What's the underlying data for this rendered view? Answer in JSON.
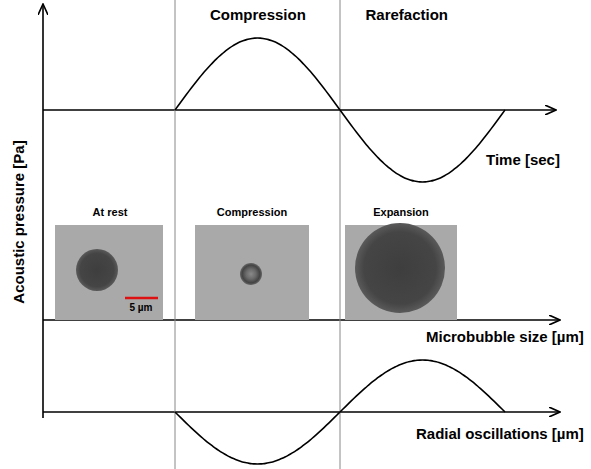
{
  "diagram": {
    "nodes": [
      {
        "text": [
          "At rest",
          "5 µm"
        ]
      },
      {
        "text": [
          "Compression"
        ]
      },
      {
        "text": [
          "Expansion"
        ]
      }
    ],
    "labels": [
      "Acoustic pressure [Pa]",
      "Compression",
      "Rarefaction",
      "Time [sec]",
      "Microbubble size [µm]",
      "Radial oscillations [µm]"
    ]
  }
}
